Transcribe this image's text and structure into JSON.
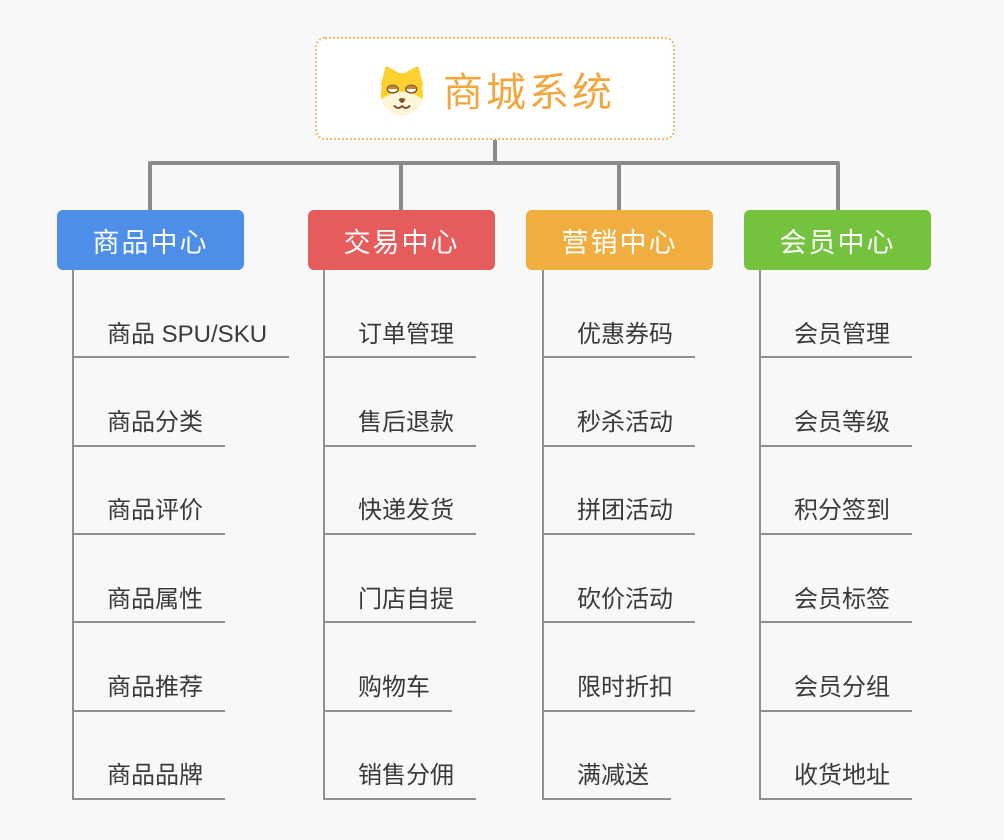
{
  "root": {
    "title": "商城系统",
    "icon": "dog-icon",
    "title_color": "#f2a640",
    "border_color": "#efb969"
  },
  "branches": [
    {
      "label": "商品中心",
      "color": "#4d8fe8",
      "items": [
        "商品 SPU/SKU",
        "商品分类",
        "商品评价",
        "商品属性",
        "商品推荐",
        "商品品牌"
      ]
    },
    {
      "label": "交易中心",
      "color": "#e65c5c",
      "items": [
        "订单管理",
        "售后退款",
        "快递发货",
        "门店自提",
        "购物车",
        "销售分佣"
      ]
    },
    {
      "label": "营销中心",
      "color": "#efae3f",
      "items": [
        "优惠券码",
        "秒杀活动",
        "拼团活动",
        "砍价活动",
        "限时折扣",
        "满减送"
      ]
    },
    {
      "label": "会员中心",
      "color": "#74c23e",
      "items": [
        "会员管理",
        "会员等级",
        "积分签到",
        "会员标签",
        "会员分组",
        "收货地址"
      ]
    }
  ],
  "colors": {
    "connector": "#8a8a8a",
    "leaf_line": "#8f8f8f",
    "leaf_text": "#3a3a3a",
    "background": "#f8f8f8"
  }
}
